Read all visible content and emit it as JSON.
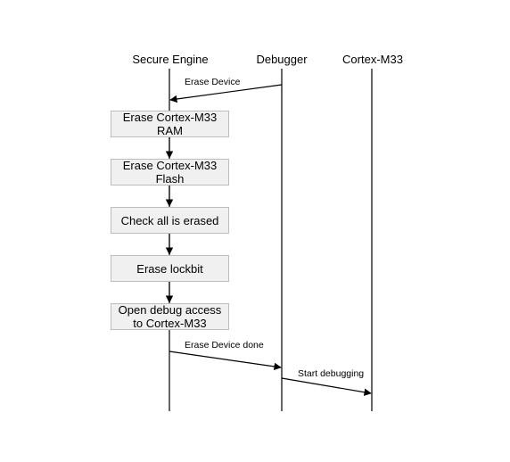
{
  "lanes": {
    "secure_engine": "Secure Engine",
    "debugger": "Debugger",
    "cortex": "Cortex-M33"
  },
  "messages": {
    "erase_device": "Erase Device",
    "erase_device_done": "Erase Device done",
    "start_debugging": "Start debugging"
  },
  "steps": {
    "erase_ram_line1": "Erase Cortex-M33",
    "erase_ram_line2": "RAM",
    "erase_flash_line1": "Erase Cortex-M33",
    "erase_flash_line2": "Flash",
    "check_erased": "Check all is erased",
    "erase_lockbit": "Erase lockbit",
    "open_debug_line1": "Open debug access",
    "open_debug_line2": "to Cortex-M33"
  },
  "colors": {
    "line": "#000000",
    "box_fill": "#f0f0f0",
    "box_border": "#bdbdbd"
  }
}
